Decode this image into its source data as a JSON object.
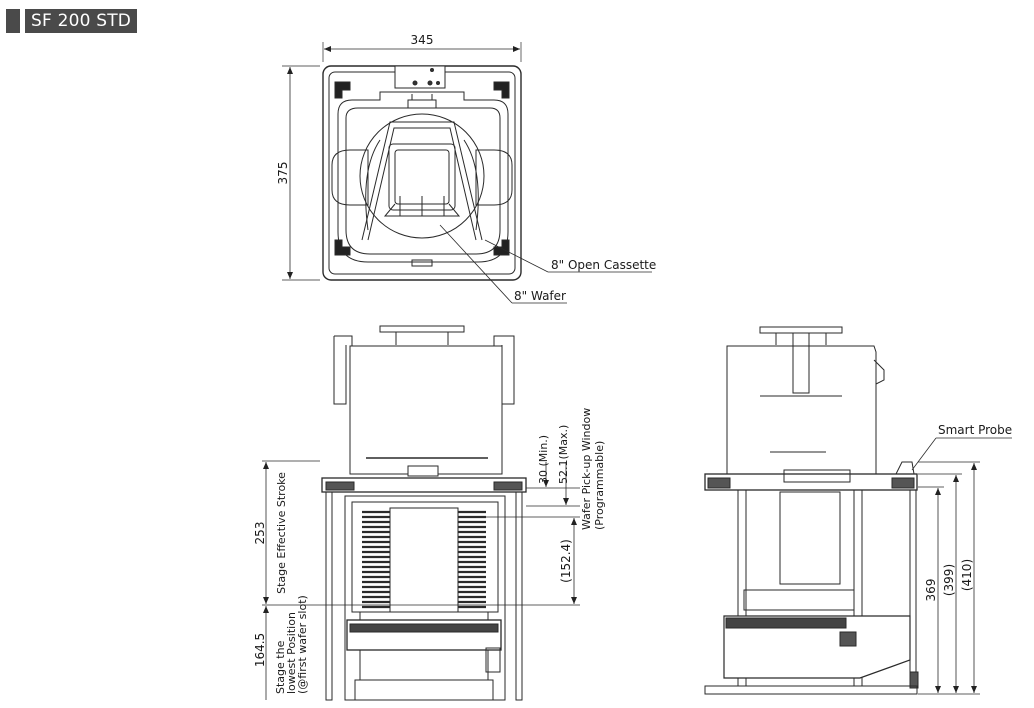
{
  "title": "SF 200 STD",
  "top_view": {
    "width_dim": "345",
    "height_dim": "375",
    "cassette_label": "8\" Open Cassette",
    "wafer_label": "8\" Wafer"
  },
  "front_view": {
    "dim_30": "30 (Min.)",
    "dim_52": "52.1(Max.)",
    "window_line1": "Wafer Pick-up Window",
    "window_line2": "(Programmable)",
    "dim_152": "(152.4)",
    "dim_253": "253",
    "stroke_label": "Stage Effective Stroke",
    "dim_164": "164.5",
    "lowest_line1": "Stage the",
    "lowest_line2": "lowest Position",
    "lowest_line3": "(@first wafer slot)"
  },
  "side_view": {
    "probe_label": "Smart Probe",
    "dim_369": "369",
    "dim_399": "(399)",
    "dim_410": "(410)"
  }
}
